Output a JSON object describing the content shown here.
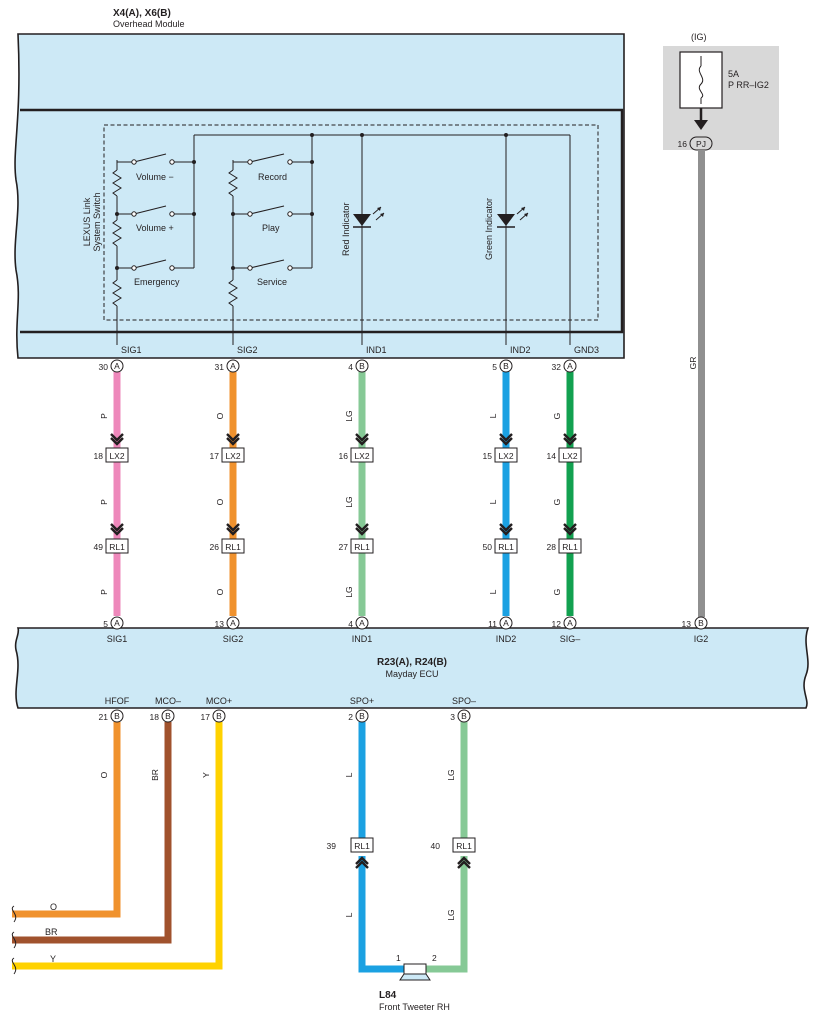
{
  "overhead_module": {
    "code": "X4(A), X6(B)",
    "name": "Overhead Module",
    "switch_name_line1": "LEXUS Link",
    "switch_name_line2": "System Switch",
    "switches": [
      "Volume −",
      "Volume +",
      "Emergency",
      "Record",
      "Play",
      "Service"
    ],
    "indicators": [
      "Red Indicator",
      "Green Indicator"
    ],
    "terminals": [
      "SIG1",
      "SIG2",
      "IND1",
      "IND2",
      "GND3"
    ]
  },
  "fuse": {
    "source": "(IG)",
    "rating": "5A",
    "name": "P RR–IG2",
    "connector": "PJ",
    "pin": "16",
    "wire_color": "GR"
  },
  "circuits": [
    {
      "label": "SIG1",
      "module_pin": "30",
      "module_conn": "A",
      "color": "P",
      "hex": "#ee88bb",
      "lx2_pin": "18",
      "rl1_pin": "49",
      "ecu_pin": "5",
      "ecu_conn": "A",
      "ecu_label": "SIG1"
    },
    {
      "label": "SIG2",
      "module_pin": "31",
      "module_conn": "A",
      "color": "O",
      "hex": "#f0922e",
      "lx2_pin": "17",
      "rl1_pin": "26",
      "ecu_pin": "13",
      "ecu_conn": "A",
      "ecu_label": "SIG2"
    },
    {
      "label": "IND1",
      "module_pin": "4",
      "module_conn": "B",
      "color": "LG",
      "hex": "#86c996",
      "lx2_pin": "16",
      "rl1_pin": "27",
      "ecu_pin": "4",
      "ecu_conn": "A",
      "ecu_label": "IND1"
    },
    {
      "label": "IND2",
      "module_pin": "5",
      "module_conn": "B",
      "color": "L",
      "hex": "#1ba1e2",
      "lx2_pin": "15",
      "rl1_pin": "50",
      "ecu_pin": "11",
      "ecu_conn": "A",
      "ecu_label": "IND2"
    },
    {
      "label": "GND3",
      "module_pin": "32",
      "module_conn": "A",
      "color": "G",
      "hex": "#12a150",
      "lx2_pin": "14",
      "rl1_pin": "28",
      "ecu_pin": "12",
      "ecu_conn": "A",
      "ecu_label": "SIG–"
    }
  ],
  "ecu": {
    "code": "R23(A), R24(B)",
    "name": "Mayday ECU",
    "ig2_pin": "13",
    "ig2_conn": "B",
    "ig2_label": "IG2",
    "bottom_terminals": [
      {
        "label": "HFOF",
        "pin": "21",
        "conn": "B",
        "color": "O",
        "hex": "#f0922e"
      },
      {
        "label": "MCO–",
        "pin": "18",
        "conn": "B",
        "color": "BR",
        "hex": "#a0522d"
      },
      {
        "label": "MCO+",
        "pin": "17",
        "conn": "B",
        "color": "Y",
        "hex": "#ffd200"
      },
      {
        "label": "SPO+",
        "pin": "2",
        "conn": "B",
        "color": "L",
        "hex": "#1ba1e2"
      },
      {
        "label": "SPO–",
        "pin": "3",
        "conn": "B",
        "color": "LG",
        "hex": "#86c996"
      }
    ]
  },
  "connector_labels": {
    "lx2": "LX2",
    "rl1": "RL1"
  },
  "speaker": {
    "code": "L84",
    "name": "Front Tweeter RH",
    "pin1": "1",
    "pin2": "2",
    "rl1_pin_plus": "39",
    "rl1_pin_minus": "40"
  },
  "left_wires": [
    "O",
    "BR",
    "Y"
  ]
}
